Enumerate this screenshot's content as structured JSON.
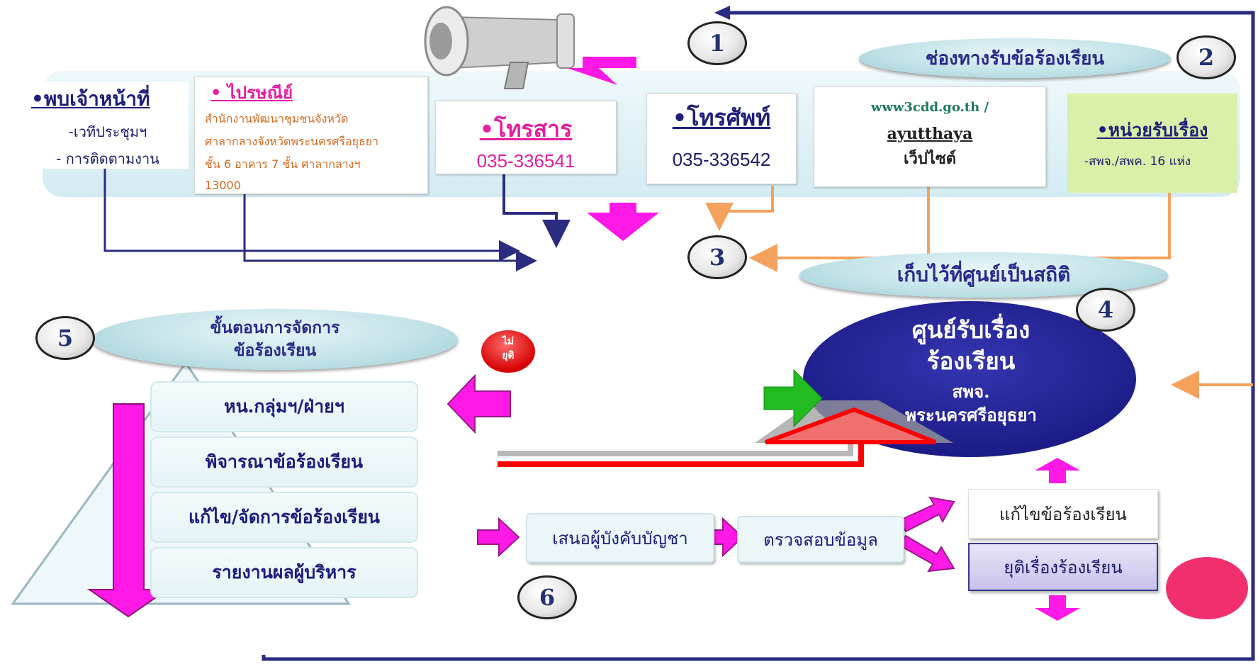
{
  "badges": [
    "1",
    "2",
    "3",
    "4",
    "5",
    "6"
  ],
  "channels": {
    "title": "ช่องทางรับข้อร้องเรียน",
    "meet": {
      "title": "•พบเจ้าหน้าที่",
      "line1": "-เวทีประชุมฯ",
      "line2": "- การติดตามงาน"
    },
    "post": {
      "title": "• ไปรษณีย์",
      "line1": "สำนักงานพัฒนาชุมชนจังหวัด",
      "line2": "ศาลากลางจังหวัดพระนครศรีอยุธยา",
      "line3": "ชั้น 6 อาคาร 7 ชั้น ศาลากลางฯ",
      "line4": "13000"
    },
    "fax": {
      "title": "•โทรสาร",
      "number": "035-336541"
    },
    "phone": {
      "title": "•โทรศัพท์",
      "number": "035-336542"
    },
    "web": {
      "url": "www3cdd.go.th /",
      "path": "ayutthaya",
      "label": "เว็ปไซต์"
    },
    "unit": {
      "title": "•หน่วยรับเรื่อง",
      "detail": "-สพจ./สพค. 16 แห่ง"
    }
  },
  "stats_label": "เก็บไว้ที่ศูนย์เป็นสถิติ",
  "center": {
    "line1": "ศูนย์รับเรื่อง",
    "line2": "ร้องเรียน",
    "line3": "สพจ.",
    "line4": "พระนครศรีอยุธยา"
  },
  "procedure": {
    "title_line1": "ขั้นตอนการจัดการ",
    "title_line2": "ข้อร้องเรียน",
    "steps": [
      "หน.กลุ่มฯ/ฝ่ายฯ",
      "พิจารณาข้อร้องเรียน",
      "แก้ไข/จัดการข้อร้องเรียน",
      "รายงานผลผู้บริหาร"
    ]
  },
  "not_ended": {
    "line1": "ไม่",
    "line2": "ยุติ"
  },
  "flow": {
    "propose": "เสนอผู้บังคับบัญชา",
    "verify": "ตรวจสอบข้อมูล",
    "fix": "แก้ไขข้อร้องเรียน",
    "end": "ยุติเรื่องร้องเรียน"
  },
  "colors": {
    "navy": "#2b2b80",
    "magenta": "#ff19e6",
    "orange": "#f4a15d",
    "center_fill": "#232394",
    "red": "#ff0000",
    "green": "#22bb22",
    "unit_bg": "#d8f0a8",
    "pink_dot": "#f0306e"
  }
}
